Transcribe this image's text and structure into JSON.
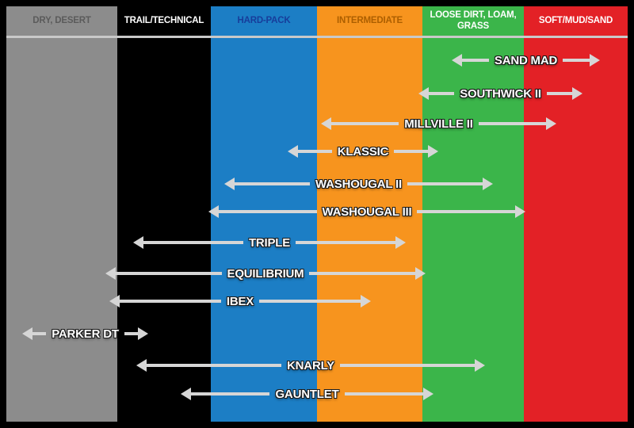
{
  "columns": [
    {
      "label": "DRY, DESERT",
      "bg": "#8c8c8c",
      "header_color": "#5b5b5b"
    },
    {
      "label": "TRAIL/TECHNICAL",
      "bg": "#000000",
      "header_color": "#ffffff"
    },
    {
      "label": "HARD-PACK",
      "bg": "#1c7ec5",
      "header_color": "#173d9b"
    },
    {
      "label": "INTERMEDIATE",
      "bg": "#f7941e",
      "header_color": "#ad5f00"
    },
    {
      "label": "LOOSE DIRT, LOAM, GRASS",
      "bg": "#3bb54a",
      "header_color": "#ffffff"
    },
    {
      "label": "SOFT/MUD/SAND",
      "bg": "#e32126",
      "header_color": "#ffffff"
    }
  ],
  "arrow_color": "#d6d6d6",
  "chart_data": {
    "type": "bar",
    "subtype": "horizontal-range-arrows",
    "title": "",
    "legend": "none",
    "categories": [
      "DRY, DESERT",
      "TRAIL/TECHNICAL",
      "HARD-PACK",
      "INTERMEDIATE",
      "LOOSE DIRT, LOAM, GRASS",
      "SOFT/MUD/SAND"
    ],
    "tires": [
      {
        "name": "SAND MAD",
        "range": [
          "LOOSE DIRT, LOAM, GRASS",
          "SOFT/MUD/SAND"
        ],
        "span_columns": [
          4.3,
          5.7
        ]
      },
      {
        "name": "SOUTHWICK II",
        "range": [
          "INTERMEDIATE",
          "SOFT/MUD/SAND"
        ],
        "span_columns": [
          3.95,
          5.55
        ]
      },
      {
        "name": "MILLVILLE II",
        "range": [
          "INTERMEDIATE",
          "SOFT/MUD/SAND"
        ],
        "span_columns": [
          3.05,
          5.3
        ]
      },
      {
        "name": "KLASSIC",
        "range": [
          "HARD-PACK",
          "LOOSE DIRT, LOAM, GRASS"
        ],
        "span_columns": [
          2.7,
          4.15
        ]
      },
      {
        "name": "WASHOUGAL II",
        "range": [
          "HARD-PACK",
          "LOOSE DIRT, LOAM, GRASS"
        ],
        "span_columns": [
          2.15,
          4.7
        ]
      },
      {
        "name": "WASHOUGAL III",
        "range": [
          "TRAIL/TECHNICAL",
          "SOFT/MUD/SAND"
        ],
        "span_columns": [
          1.95,
          5.0
        ]
      },
      {
        "name": "TRIPLE",
        "range": [
          "TRAIL/TECHNICAL",
          "INTERMEDIATE"
        ],
        "span_columns": [
          1.15,
          3.85
        ]
      },
      {
        "name": "EQUILIBRIUM",
        "range": [
          "DRY, DESERT",
          "LOOSE DIRT, LOAM, GRASS"
        ],
        "span_columns": [
          0.9,
          4.05
        ]
      },
      {
        "name": "IBEX",
        "range": [
          "DRY, DESERT",
          "INTERMEDIATE"
        ],
        "span_columns": [
          0.95,
          3.5
        ]
      },
      {
        "name": "PARKER DT",
        "range": [
          "DRY, DESERT",
          "TRAIL/TECHNICAL"
        ],
        "span_columns": [
          0.15,
          1.35
        ]
      },
      {
        "name": "KNARLY",
        "range": [
          "TRAIL/TECHNICAL",
          "LOOSE DIRT, LOAM, GRASS"
        ],
        "span_columns": [
          1.2,
          4.6
        ]
      },
      {
        "name": "GAUNTLET",
        "range": [
          "TRAIL/TECHNICAL",
          "LOOSE DIRT, LOAM, GRASS"
        ],
        "span_columns": [
          1.7,
          4.1
        ]
      }
    ]
  }
}
